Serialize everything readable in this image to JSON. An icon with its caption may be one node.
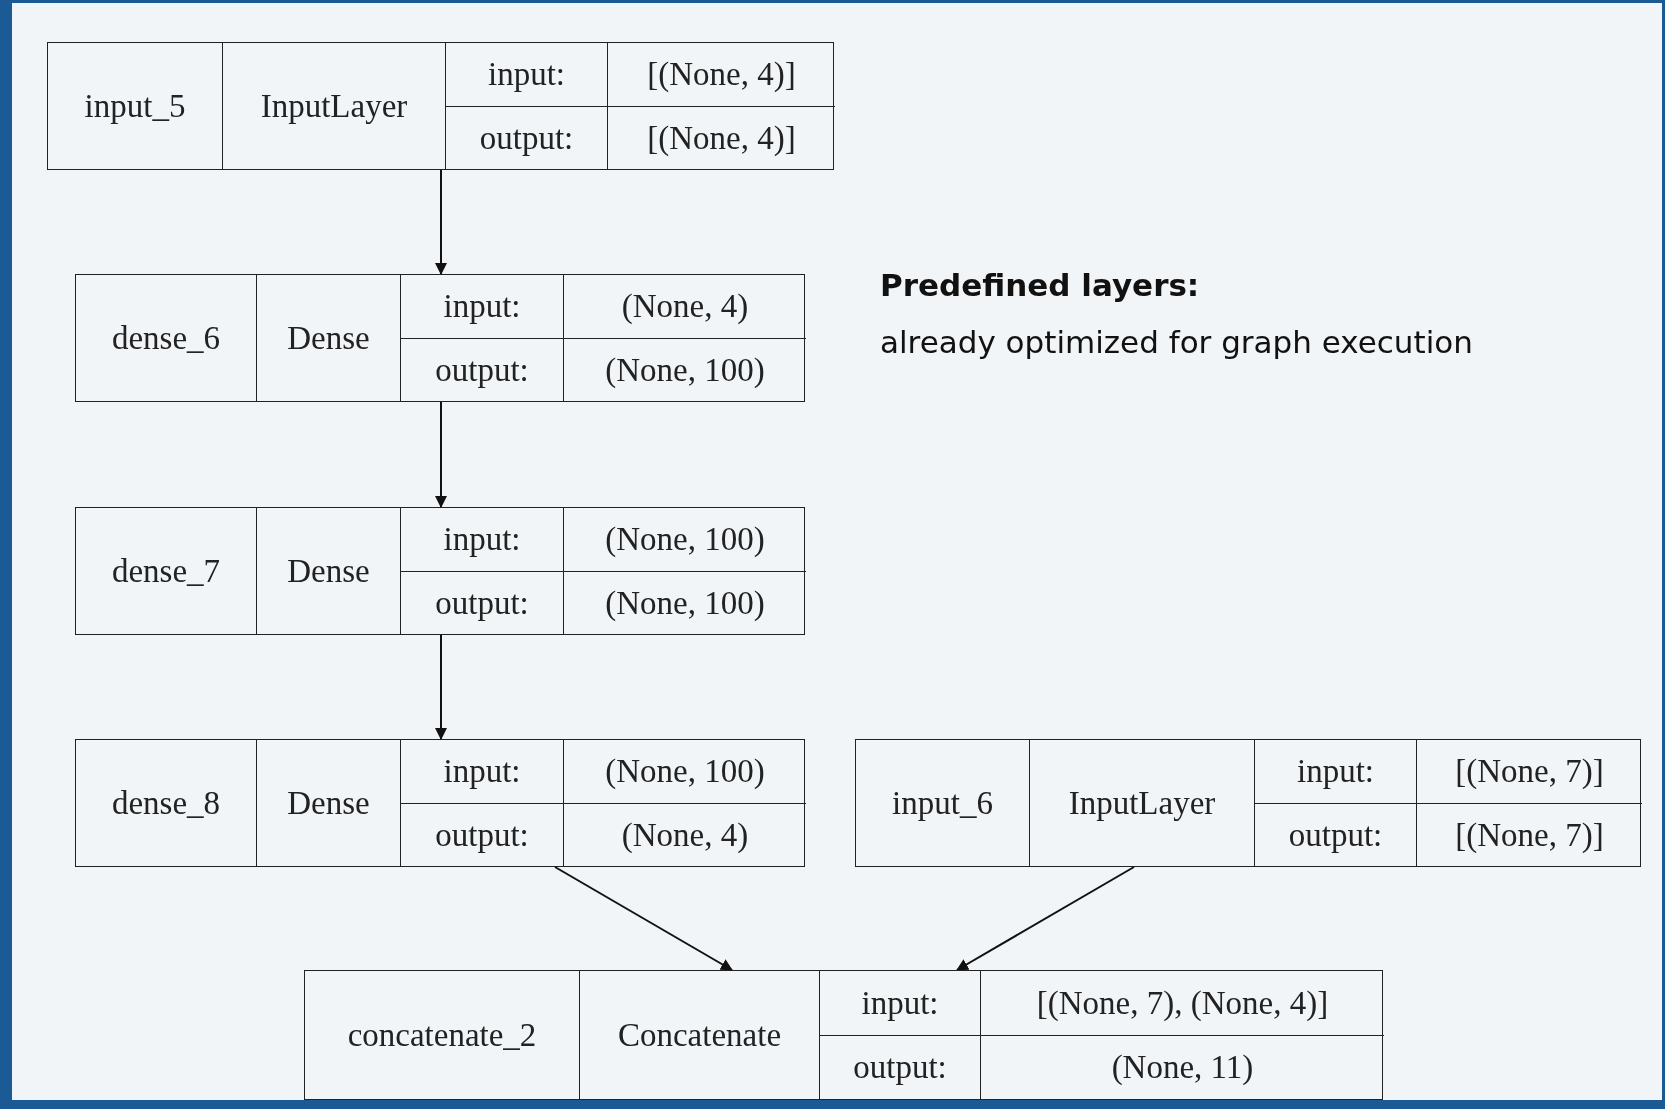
{
  "diagram": {
    "nodes": [
      {
        "text": [
          "input_5",
          "InputLayer",
          "input:",
          "[(None, 4)]",
          "output:",
          "[(None, 4)]"
        ]
      },
      {
        "text": [
          "dense_6",
          "Dense",
          "input:",
          "(None, 4)",
          "output:",
          "(None, 100)"
        ]
      },
      {
        "text": [
          "dense_7",
          "Dense",
          "input:",
          "(None, 100)",
          "output:",
          "(None, 100)"
        ]
      },
      {
        "text": [
          "dense_8",
          "Dense",
          "input:",
          "(None, 100)",
          "output:",
          "(None, 4)"
        ]
      },
      {
        "text": [
          "input_6",
          "InputLayer",
          "input:",
          "[(None, 7)]",
          "output:",
          "[(None, 7)]"
        ]
      },
      {
        "text": [
          "concatenate_2",
          "Concatenate",
          "input:",
          "[(None, 7), (None, 4)]",
          "output:",
          "(None, 11)"
        ]
      }
    ],
    "edges": [
      {
        "from": 0,
        "to": 1,
        "arrow": "to"
      },
      {
        "from": 1,
        "to": 2,
        "arrow": "to"
      },
      {
        "from": 2,
        "to": 3,
        "arrow": "to"
      },
      {
        "from": 3,
        "to": 5,
        "arrow": "to"
      },
      {
        "from": 4,
        "to": 5,
        "arrow": "to"
      }
    ],
    "labels": [
      "Predefined layers:",
      "already optimized for graph execution"
    ]
  }
}
